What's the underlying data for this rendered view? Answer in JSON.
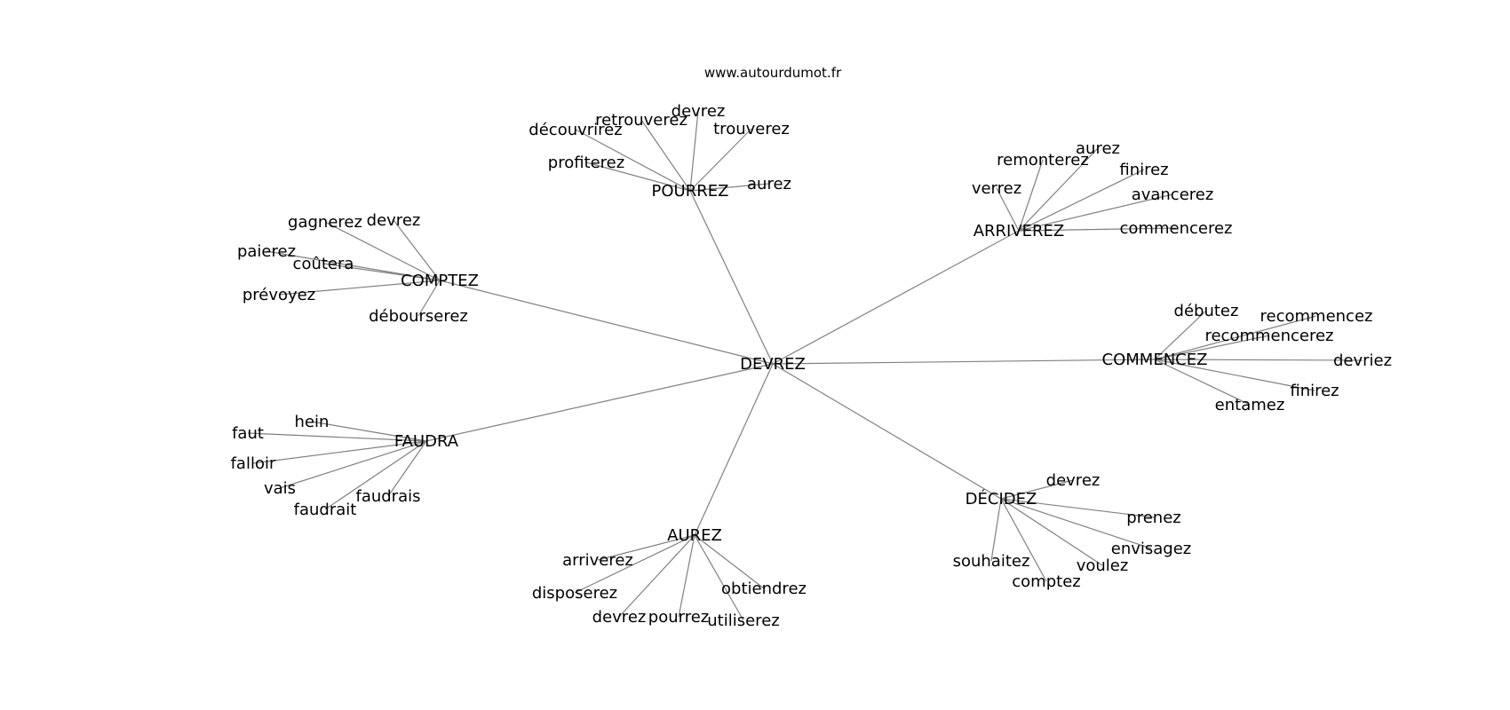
{
  "website": "www.autourdumot.fr",
  "graph": {
    "center": "DEVREZ",
    "clusters": [
      {
        "hub": "POURREZ",
        "words": [
          "découvrirez",
          "retrouverez",
          "devrez",
          "trouverez",
          "profiterez",
          "aurez"
        ]
      },
      {
        "hub": "ARRIVEREZ",
        "words": [
          "remonterez",
          "aurez",
          "finirez",
          "verrez",
          "avancerez",
          "commencerez"
        ]
      },
      {
        "hub": "COMPTEZ",
        "words": [
          "gagnerez",
          "devrez",
          "paierez",
          "coûtera",
          "prévoyez",
          "débourserez"
        ]
      },
      {
        "hub": "COMMENCEZ",
        "words": [
          "débutez",
          "recommencez",
          "recommencerez",
          "devriez",
          "finirez",
          "entamez"
        ]
      },
      {
        "hub": "FAUDRA",
        "words": [
          "hein",
          "faut",
          "falloir",
          "vais",
          "faudrait",
          "faudrais"
        ]
      },
      {
        "hub": "DÉCIDEZ",
        "words": [
          "devrez",
          "prenez",
          "envisagez",
          "voulez",
          "souhaitez",
          "comptez"
        ]
      },
      {
        "hub": "AUREZ",
        "words": [
          "arriverez",
          "disposerez",
          "devrez",
          "pourrez",
          "utiliserez",
          "obtiendrez"
        ]
      }
    ]
  }
}
